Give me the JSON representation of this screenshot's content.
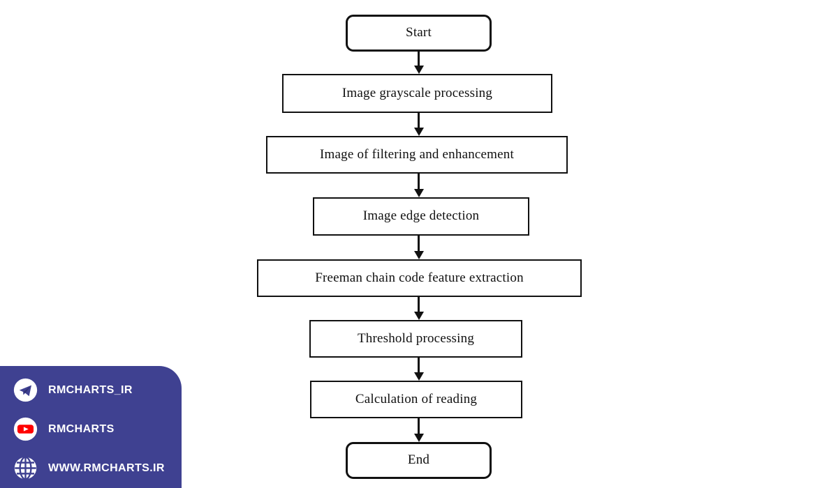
{
  "diagram": {
    "type": "flowchart",
    "orientation": "top-to-bottom",
    "nodes": [
      {
        "id": "start",
        "label": "Start",
        "shape": "terminator"
      },
      {
        "id": "grayscale",
        "label": "Image grayscale processing",
        "shape": "process"
      },
      {
        "id": "filtering",
        "label": "Image of filtering and enhancement",
        "shape": "process"
      },
      {
        "id": "edge_detection",
        "label": "Image edge detection",
        "shape": "process"
      },
      {
        "id": "freeman",
        "label": "Freeman chain code feature extraction",
        "shape": "process"
      },
      {
        "id": "threshold",
        "label": "Threshold processing",
        "shape": "process"
      },
      {
        "id": "calculation",
        "label": "Calculation of reading",
        "shape": "process"
      },
      {
        "id": "end",
        "label": "End",
        "shape": "terminator"
      }
    ],
    "edges": [
      {
        "from": "start",
        "to": "grayscale",
        "arrow": "down"
      },
      {
        "from": "grayscale",
        "to": "filtering",
        "arrow": "down"
      },
      {
        "from": "filtering",
        "to": "edge_detection",
        "arrow": "down"
      },
      {
        "from": "edge_detection",
        "to": "freeman",
        "arrow": "down"
      },
      {
        "from": "freeman",
        "to": "threshold",
        "arrow": "down"
      },
      {
        "from": "threshold",
        "to": "calculation",
        "arrow": "down"
      },
      {
        "from": "calculation",
        "to": "end",
        "arrow": "down"
      }
    ],
    "colors": {
      "background": "#ffffff",
      "node_fill": "#ffffff",
      "node_stroke": "#111111",
      "text": "#101010"
    }
  },
  "watermark": {
    "panel_color": "#3f4191",
    "text_color": "#ffffff",
    "rows": [
      {
        "icon": "telegram-icon",
        "label": "RMCHARTS_IR",
        "icon_color": "#ffffff"
      },
      {
        "icon": "youtube-icon",
        "label": "RMCHARTS",
        "icon_color": "#ff0000"
      },
      {
        "icon": "globe-icon",
        "label": "WWW.RMCHARTS.IR",
        "icon_color": "#ffffff"
      }
    ]
  }
}
